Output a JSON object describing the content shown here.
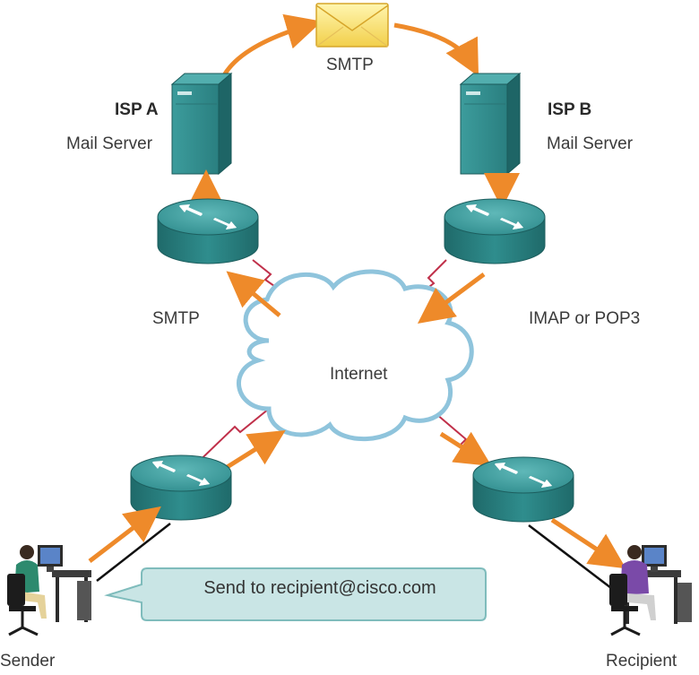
{
  "isp_a": {
    "name": "ISP A",
    "role": "Mail Server"
  },
  "isp_b": {
    "name": "ISP B",
    "role": "Mail Server"
  },
  "protocols": {
    "top": "SMTP",
    "left": "SMTP",
    "right": "IMAP or POP3"
  },
  "cloud_label": "Internet",
  "callout": "Send to recipient@cisco.com",
  "sender_label": "Sender",
  "recipient_label": "Recipient",
  "colors": {
    "arrow": "#ee8a2a",
    "serial_link": "#c0304a",
    "device_teal": "#2f8a8a",
    "callout_fill": "#c9e5e5"
  }
}
